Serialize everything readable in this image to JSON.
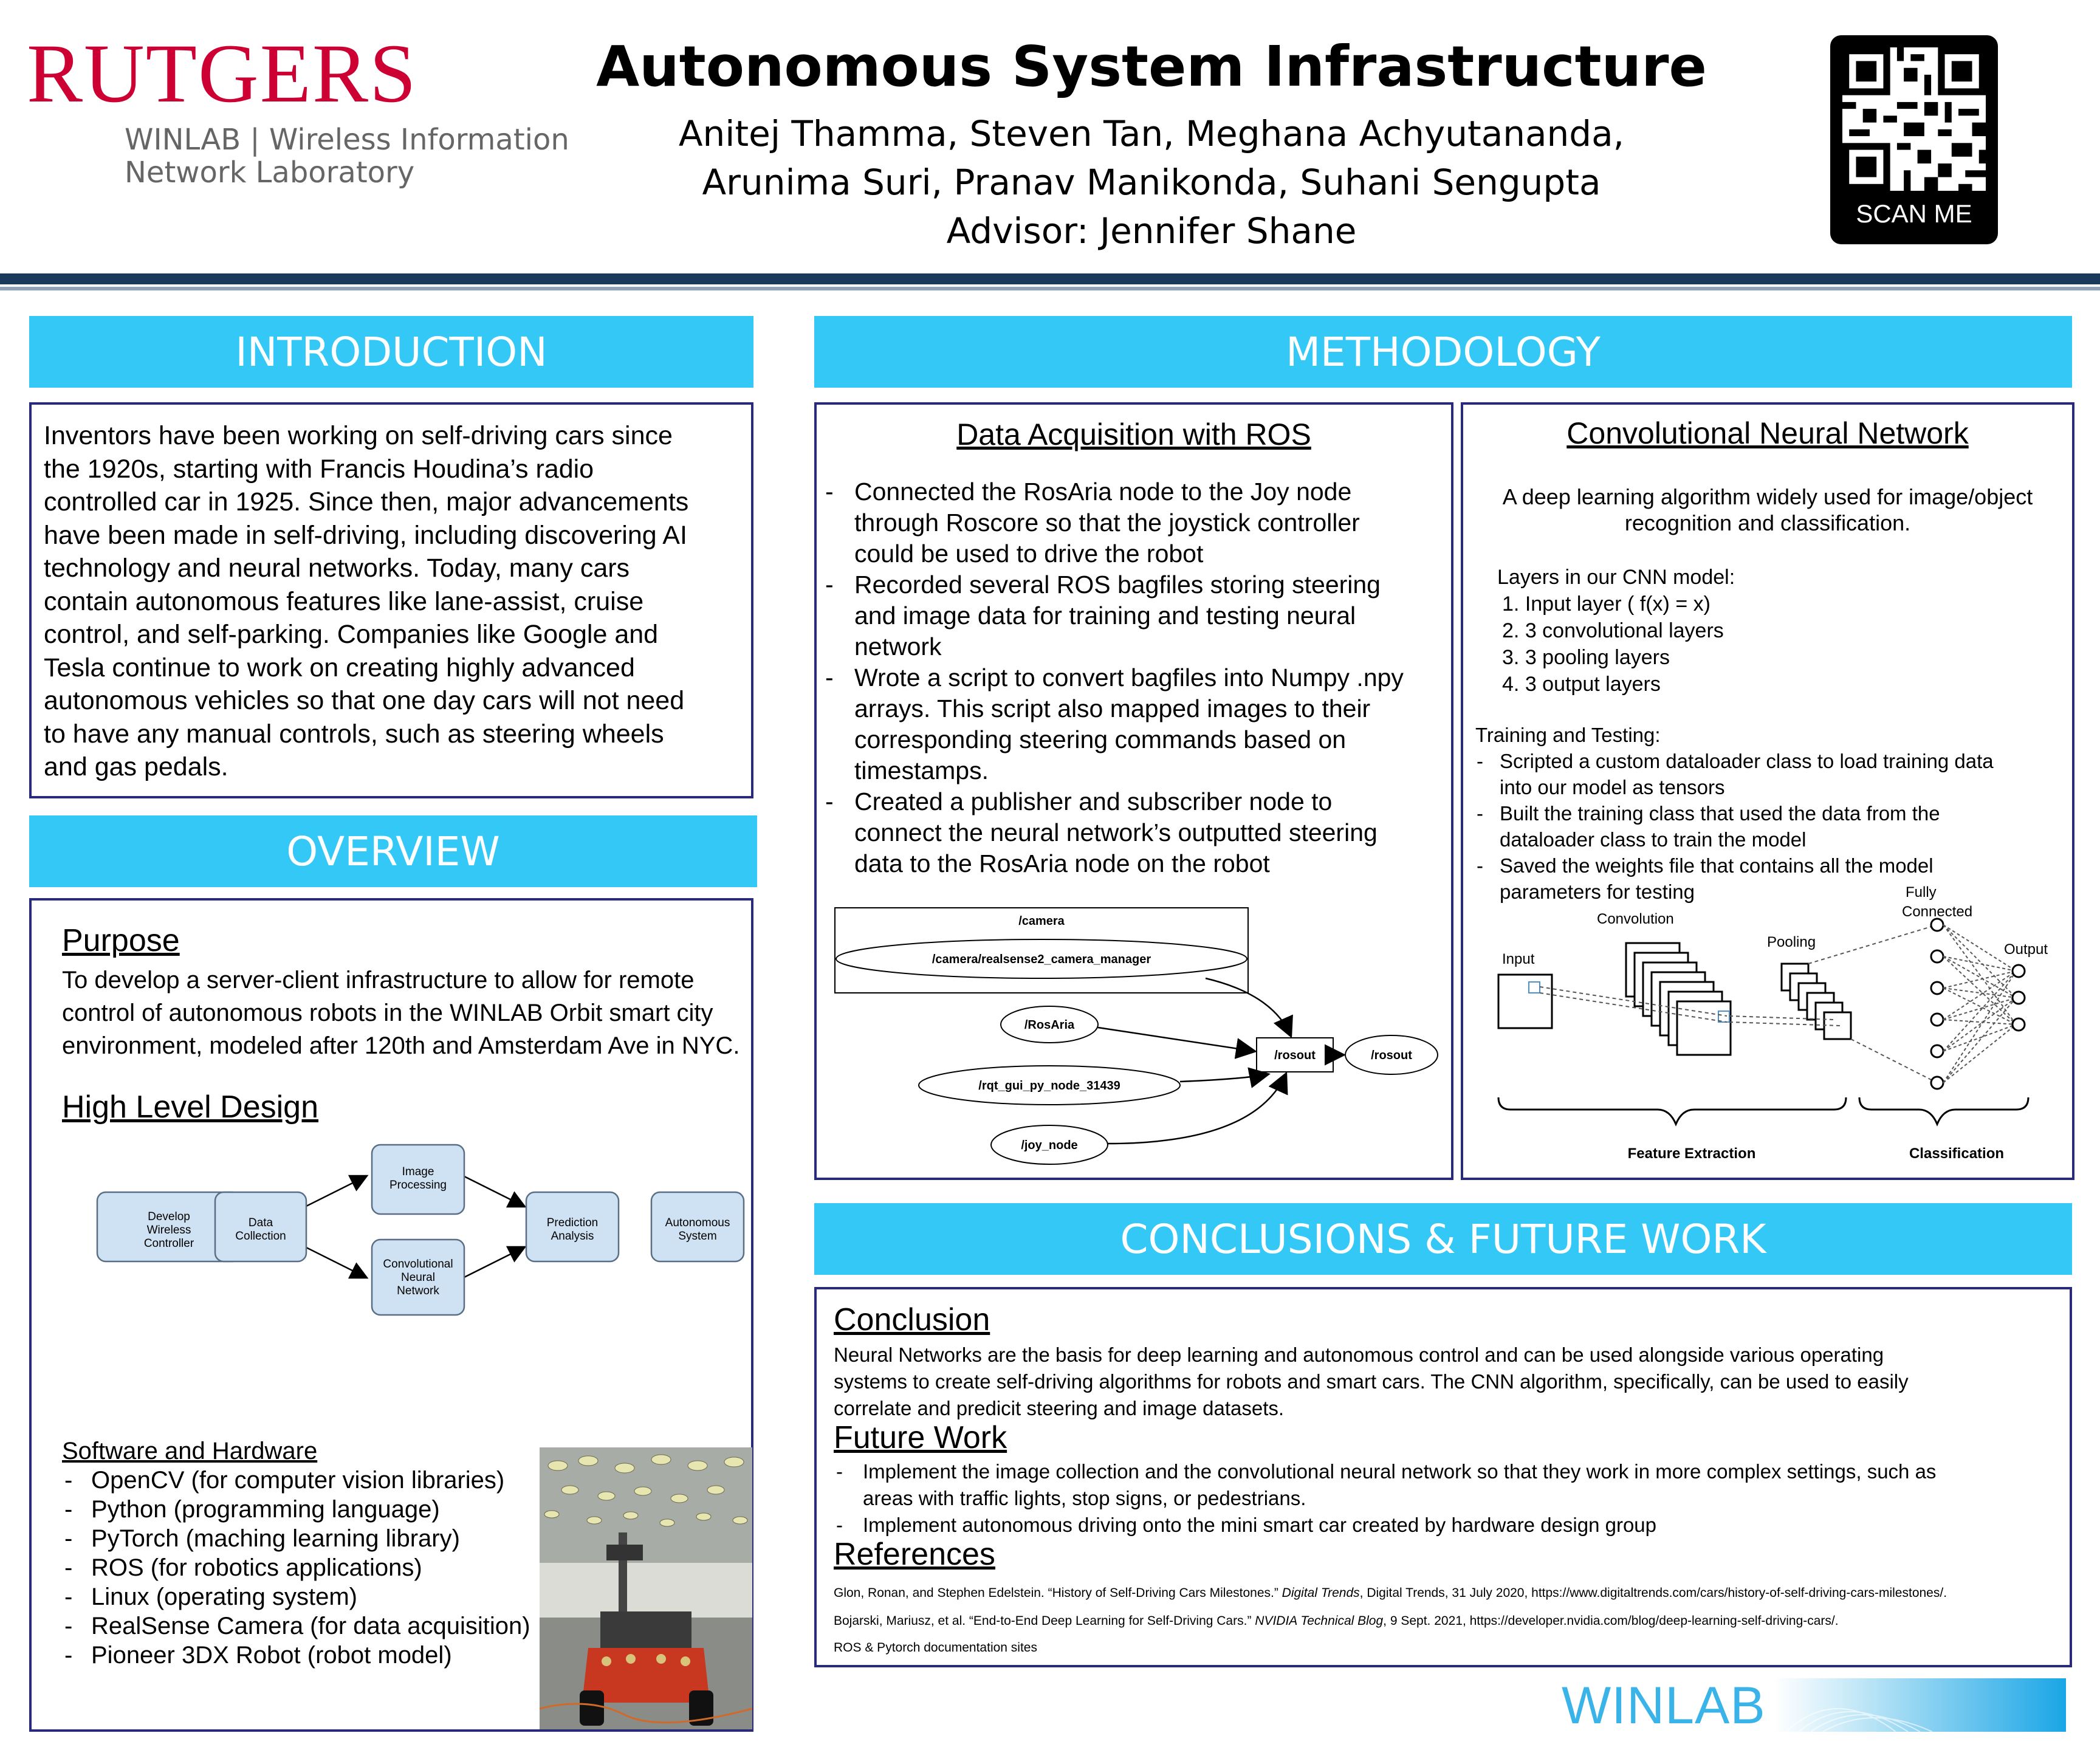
{
  "header": {
    "logo_text": "RUTGERS",
    "logo_sub1": "WINLAB | Wireless Information",
    "logo_sub2": "Network Laboratory",
    "title": "Autonomous System Infrastructure",
    "authors_line1": "Anitej Thamma, Steven Tan, Meghana Achyutananda,",
    "authors_line2": "Arunima Suri, Pranav Manikonda, Suhani Sengupta",
    "advisor": "Advisor: Jennifer Shane",
    "qr_label": "SCAN ME"
  },
  "introduction": {
    "heading": "INTRODUCTION",
    "lines": [
      "Inventors have been working on self-driving cars since",
      "the 1920s, starting with Francis Houdina’s radio",
      "controlled car in 1925. Since then, major advancements",
      "have been made in self-driving, including discovering AI",
      "technology and neural networks. Today, many cars",
      "contain autonomous features like lane-assist, cruise",
      "control, and self-parking. Companies like Google and",
      "Tesla continue to work on creating highly advanced",
      "autonomous vehicles so that one day cars will not need",
      "to have any manual controls, such as steering wheels",
      "and gas pedals."
    ]
  },
  "overview": {
    "heading": "OVERVIEW",
    "purpose_title": "Purpose",
    "purpose_lines": [
      "To develop a server-client infrastructure to allow for remote",
      "control of autonomous robots in the WINLAB Orbit smart city",
      "environment, modeled after 120th and Amsterdam Ave in NYC."
    ],
    "design_title": "High Level Design",
    "design_nodes": {
      "develop": [
        "Develop",
        "Wireless",
        "Controller"
      ],
      "data": [
        "Data",
        "Collection"
      ],
      "image": [
        "Image",
        "Processing"
      ],
      "cnn": [
        "Convolutional",
        "Neural",
        "Network"
      ],
      "prediction": [
        "Prediction",
        "Analysis"
      ],
      "autonomous": [
        "Autonomous",
        "System"
      ]
    },
    "sw_title": "Software and Hardware",
    "sw_items": [
      "OpenCV (for computer vision libraries)",
      "Python (programming language)",
      "PyTorch (maching learning library)",
      "ROS (for robotics applications)",
      "Linux (operating system)",
      "RealSense Camera (for data acquisition)",
      "Pioneer 3DX Robot (robot model)"
    ]
  },
  "methodology": {
    "heading": "METHODOLOGY",
    "ros": {
      "title": "Data Acquisition with ROS",
      "items": [
        [
          "Connected the RosAria node to the Joy node",
          "through Roscore so that the joystick controller",
          "could be used to drive the robot"
        ],
        [
          "Recorded several ROS bagfiles storing steering",
          "and image data for training and testing neural",
          "network"
        ],
        [
          "Wrote a script to convert bagfiles into Numpy .npy",
          "arrays. This script also mapped images to their",
          "corresponding steering commands based on",
          "timestamps."
        ],
        [
          "Created a publisher and subscriber node to",
          "connect the neural network’s outputted steering",
          "data to the RosAria node on the robot"
        ]
      ],
      "graph": {
        "cluster": "/camera",
        "camera_node": "/camera/realsense2_camera_manager",
        "rosaria": "/RosAria",
        "rqt": "/rqt_gui_py_node_31439",
        "joy": "/joy_node",
        "rosout_box": "/rosout",
        "rosout_ellipse": "/rosout"
      }
    },
    "cnn": {
      "title": "Convolutional Neural Network",
      "desc_line1": "A deep learning algorithm widely used for image/object",
      "desc_line2": "recognition and classification.",
      "layers_title": "Layers in our CNN model:",
      "layers": [
        "Input layer ( f(x) = x)",
        "3 convolutional layers",
        "3 pooling layers",
        "3 output layers"
      ],
      "training_title": "Training and Testing:",
      "training_items": [
        [
          "Scripted a custom dataloader class to load training data",
          "into our model as tensors"
        ],
        [
          "Built  the training class that used the data from the",
          "dataloader class to train the model"
        ],
        [
          "Saved the weights file that contains all the model",
          "parameters for testing"
        ]
      ],
      "diagram": {
        "input": "Input",
        "convolution": "Convolution",
        "pooling": "Pooling",
        "fully1": "Fully",
        "fully2": "Connected",
        "output": "Output",
        "feature": "Feature Extraction",
        "classification": "Classification"
      }
    }
  },
  "conclusions": {
    "heading": "CONCLUSIONS & FUTURE WORK",
    "conclusion_title": "Conclusion",
    "conclusion_lines": [
      "Neural Networks are the basis for deep learning and autonomous control and can be used alongside various operating",
      "systems to create self-driving algorithms for robots and smart cars. The CNN algorithm, specifically, can be used to easily",
      "correlate and predicit steering and image datasets."
    ],
    "future_title": "Future Work",
    "future_items": [
      [
        "Implement the image collection and the convolutional neural network so that they work in more complex settings, such as",
        "areas with traffic lights, stop signs, or pedestrians."
      ],
      [
        "Implement autonomous driving onto the mini smart car created by hardware design group"
      ]
    ],
    "references_title": "References",
    "ref1": {
      "a": "Glon, Ronan, and Stephen Edelstein. “History of Self-Driving Cars Milestones.” ",
      "i": "Digital Trends",
      "b": ", Digital Trends, 31 July 2020, https://www.digitaltrends.com/cars/history-of-self-driving-cars-milestones/."
    },
    "ref2": {
      "a": "Bojarski, Mariusz, et al. “End-to-End Deep Learning for Self-Driving Cars.” ",
      "i": "NVIDIA Technical Blog",
      "b": ", 9 Sept. 2021, https://developer.nvidia.com/blog/deep-learning-self-driving-cars/."
    },
    "ref3": "ROS & Pytorch documentation sites"
  },
  "footer": {
    "winlab": "WINLAB"
  },
  "colors": {
    "banner": "#33c8f5",
    "panel_border": "#2a2a7a",
    "rutgers_red": "#cc0033",
    "header_rule": "#1a3a5c"
  }
}
